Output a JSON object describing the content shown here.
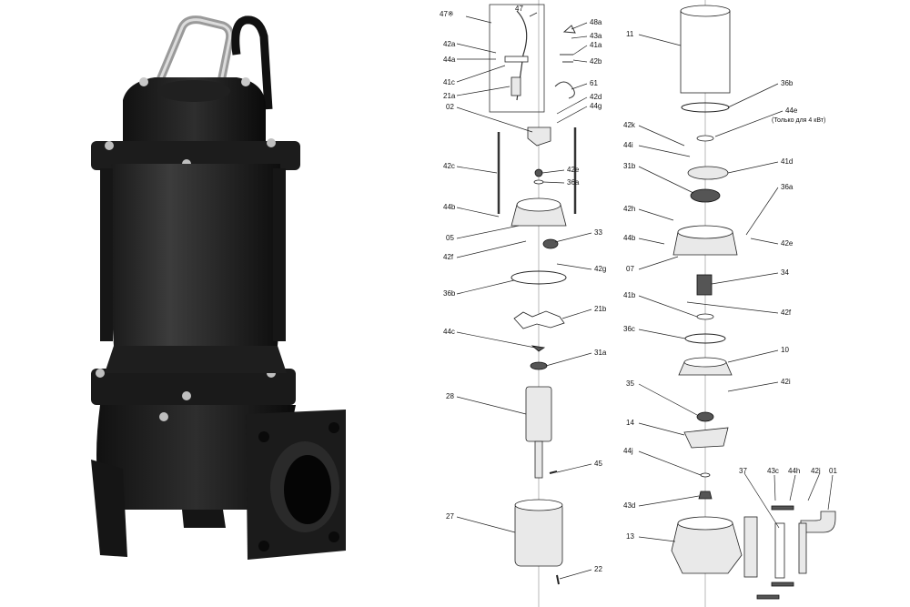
{
  "photo": {
    "subject": "submersible-pump"
  },
  "diagram": {
    "note_4kw": "(Только для 4 кВт)",
    "labels": {
      "p47": "47※",
      "p47b": "47",
      "p42a": "42a",
      "p44a": "44a",
      "p41c": "41c",
      "p21a": "21a",
      "p48a": "48a",
      "p43a": "43a",
      "p41a": "41a",
      "p42b": "42b",
      "p61": "61",
      "p42d": "42d",
      "p02": "02",
      "p44g": "44g",
      "p42c": "42c",
      "p42e": "42e",
      "p36a": "36a",
      "p44b": "44b",
      "p05": "05",
      "p42f": "42f",
      "p33": "33",
      "p42g": "42g",
      "p36b": "36b",
      "p21b": "21b",
      "p44c": "44c",
      "p31a": "31a",
      "p28": "28",
      "p45": "45",
      "p27": "27",
      "p22": "22",
      "q11": "11",
      "q36b": "36b",
      "q44e": "44e",
      "q42k": "42k",
      "q44i": "44i",
      "q31b": "31b",
      "q41d": "41d",
      "q42h": "42h",
      "q36a": "36a",
      "q44b": "44b",
      "q42e": "42e",
      "q07": "07",
      "q34": "34",
      "q41b": "41b",
      "q42f": "42f",
      "q36c": "36c",
      "q10": "10",
      "q35": "35",
      "q42i": "42i",
      "q14": "14",
      "q44j": "44j",
      "q43d": "43d",
      "q37": "37",
      "q43c": "43c",
      "q44h": "44h",
      "q42j": "42j",
      "q01": "01",
      "q13": "13"
    }
  }
}
